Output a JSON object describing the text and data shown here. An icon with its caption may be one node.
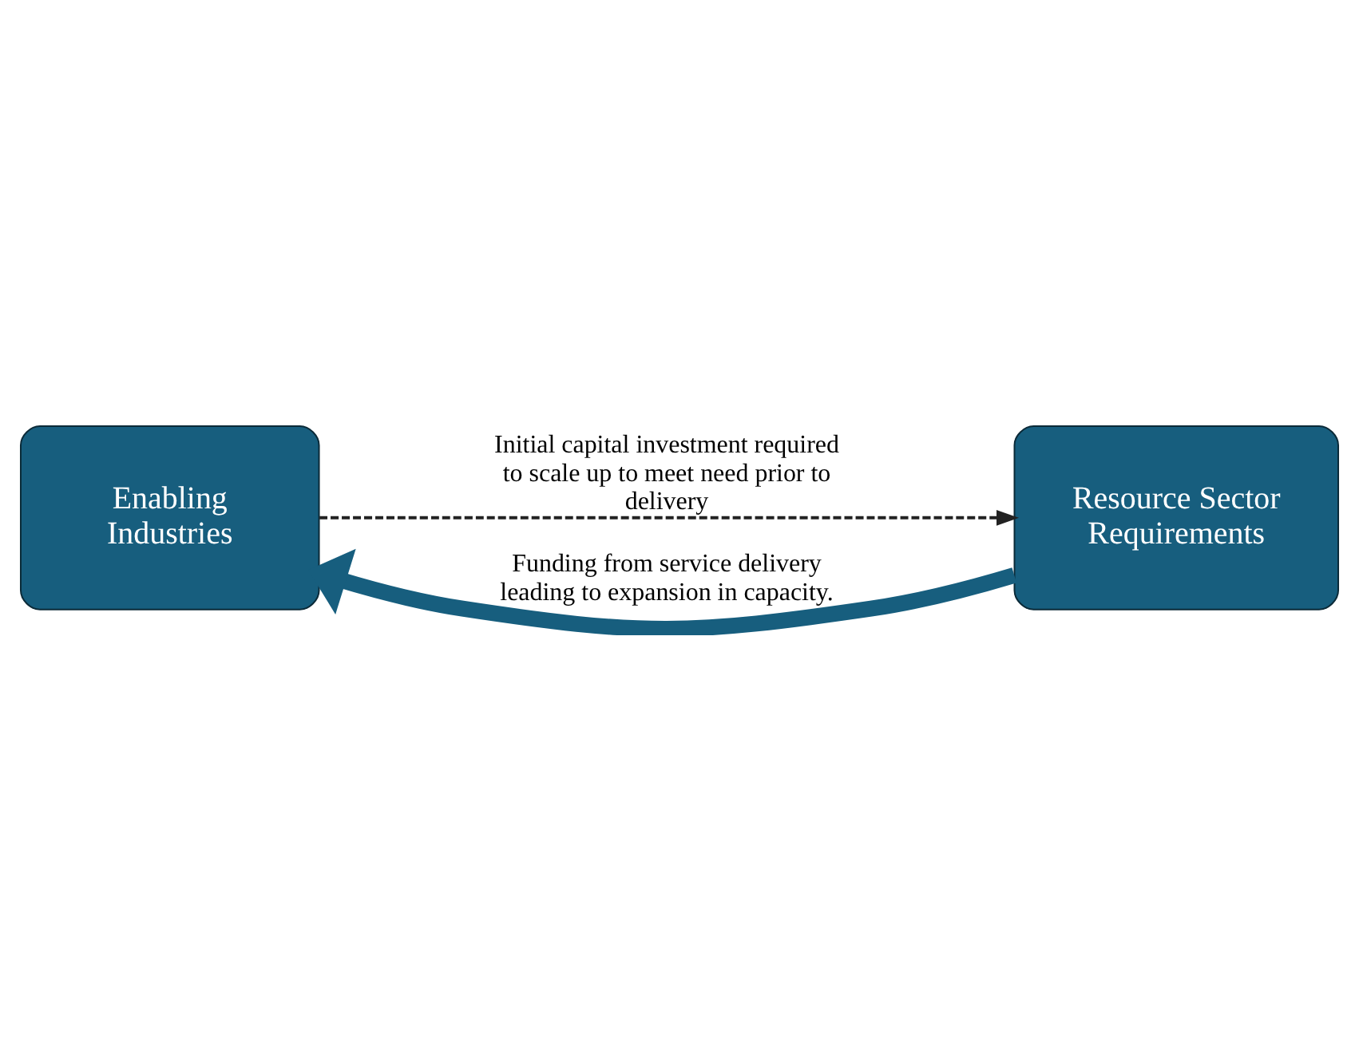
{
  "diagram": {
    "nodes": [
      {
        "text": [
          "Enabling Industries"
        ]
      },
      {
        "text": [
          "Resource Sector Requirements"
        ]
      }
    ],
    "edges": [
      {
        "from": 0,
        "to": 1,
        "arrow": "to",
        "label": "Initial capital investment required to scale up to meet need prior to delivery",
        "style": "dashed",
        "color": "#222222"
      },
      {
        "from": 1,
        "to": 0,
        "arrow": "to",
        "label": "Funding from service delivery leading to expansion in capacity.",
        "style": "thick",
        "color": "#175e7e"
      }
    ]
  }
}
